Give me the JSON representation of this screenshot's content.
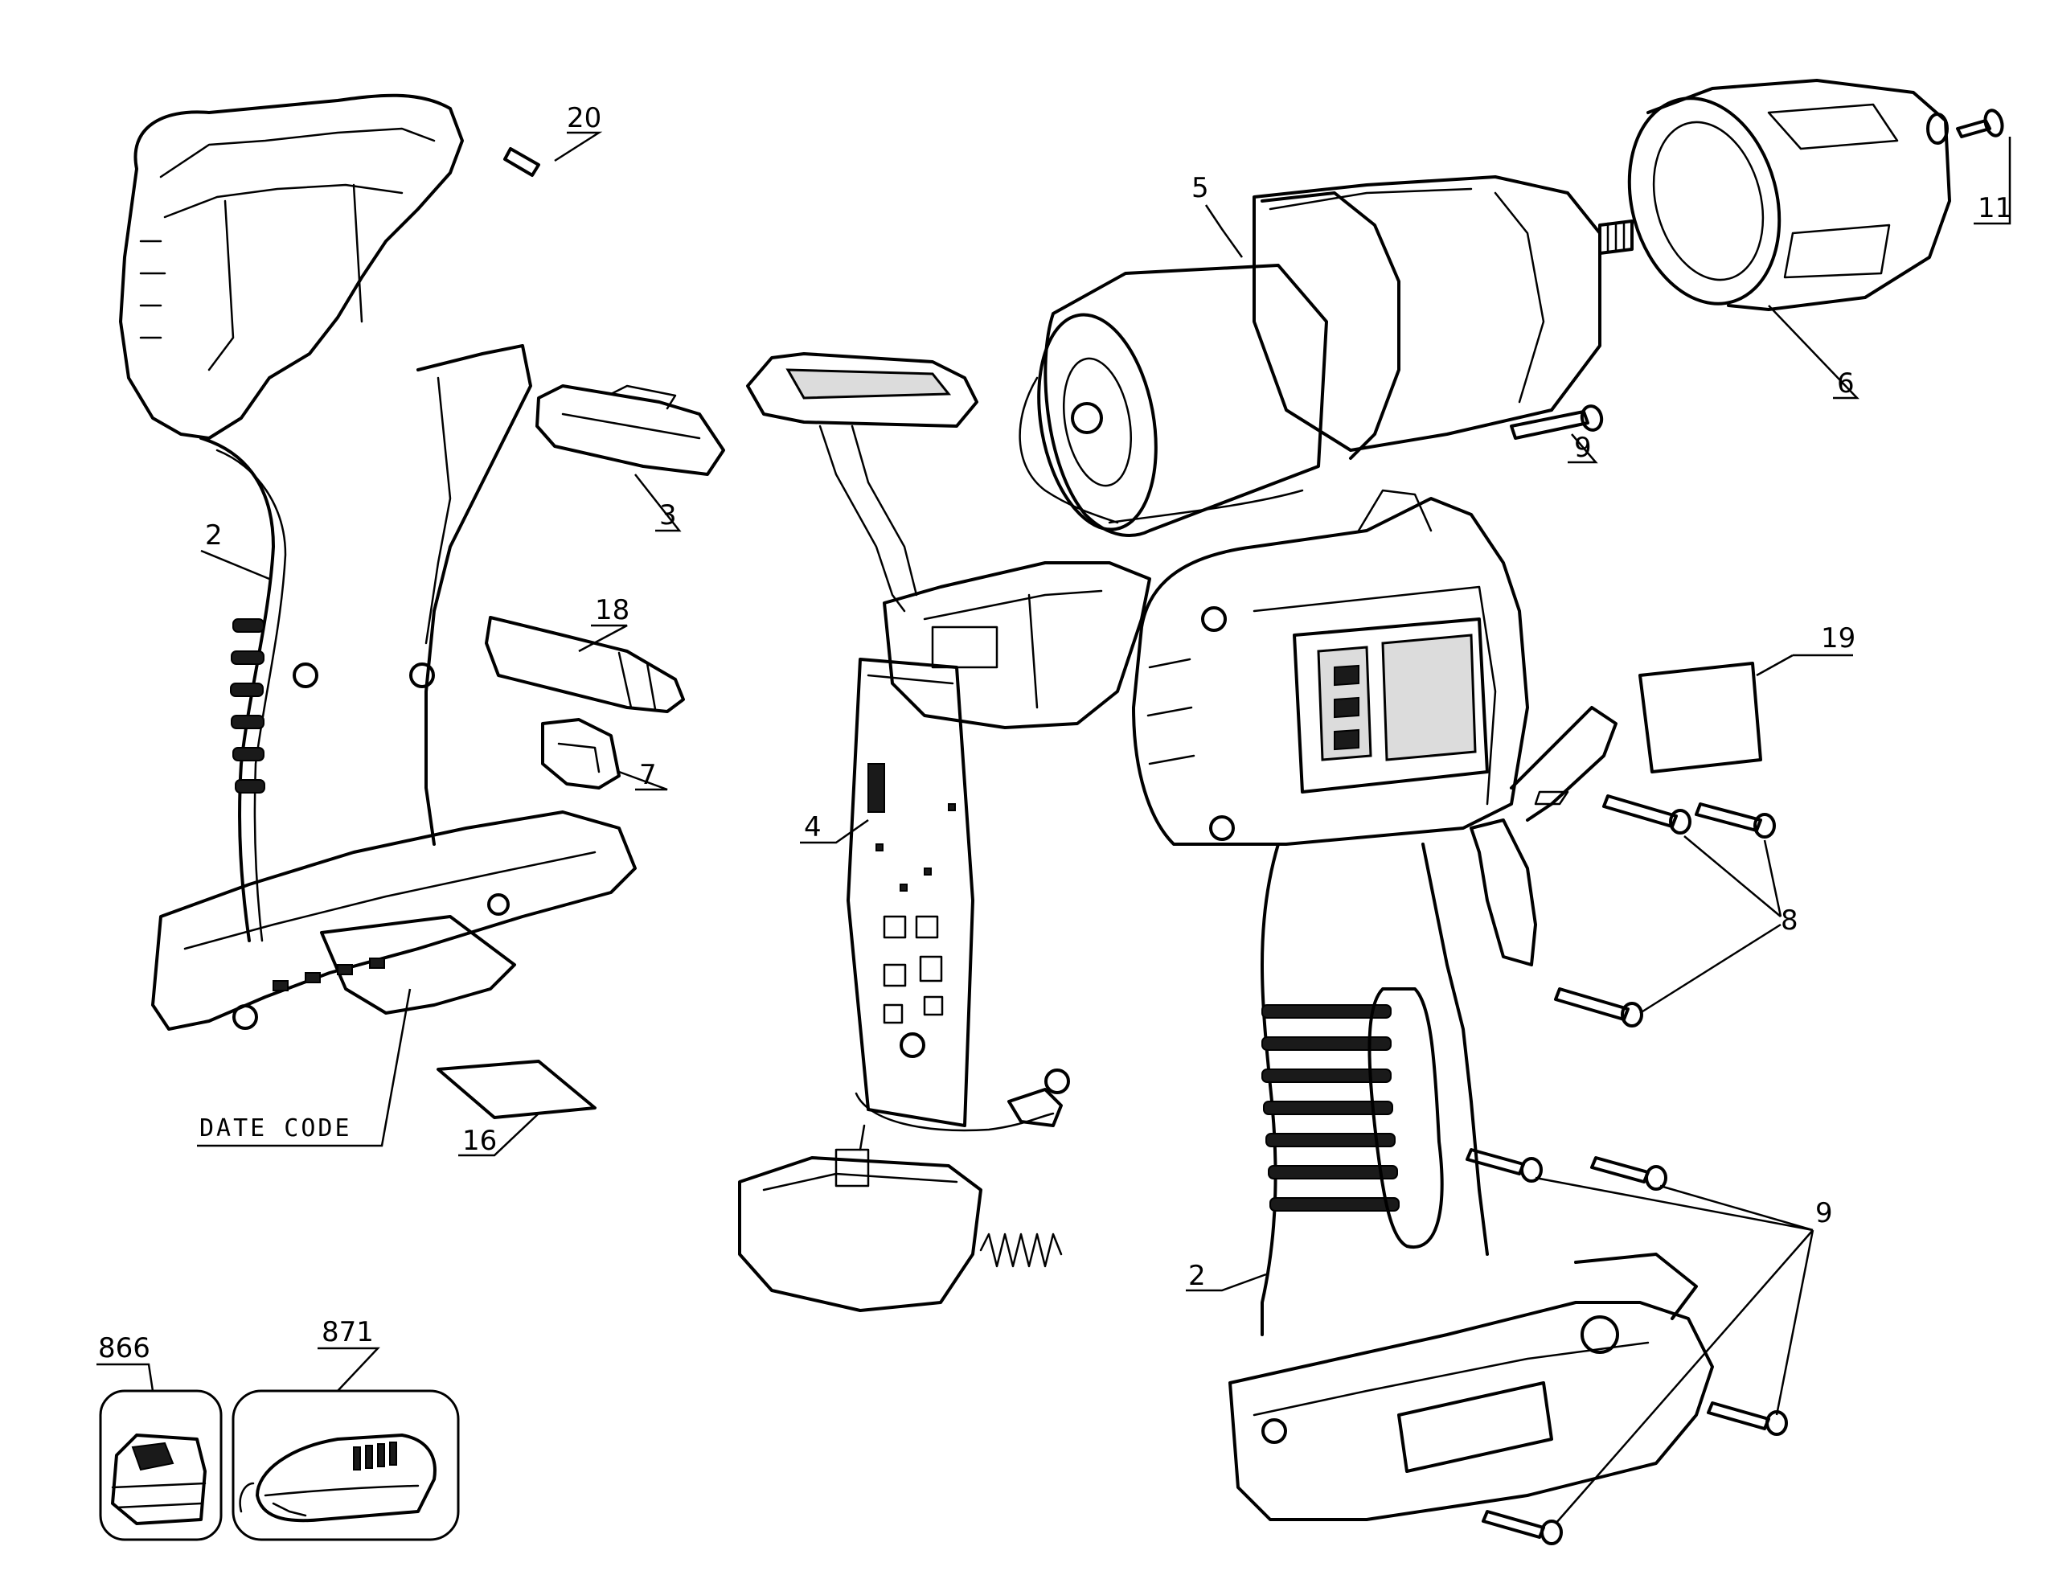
{
  "callouts": {
    "c2_left": "2",
    "c2_right": "2",
    "c3": "3",
    "c4": "4",
    "c5": "5",
    "c6": "6",
    "c7": "7",
    "c8": "8",
    "c9_upper": "9",
    "c9_lower": "9",
    "c11": "11",
    "c16": "16",
    "c18": "18",
    "c19": "19",
    "c20": "20",
    "date_code": "DATE CODE",
    "c866": "866",
    "c871": "871"
  },
  "colors": {
    "line": "#000000",
    "background": "#ffffff",
    "rubber_grip": "#1a1a1a",
    "label_fill": "#dcdcdc"
  },
  "parts": [
    {
      "id": "2",
      "name": "housing-half-left-icon"
    },
    {
      "id": "2",
      "name": "housing-assembled-right-icon"
    },
    {
      "id": "3",
      "name": "direction-switch-icon"
    },
    {
      "id": "4",
      "name": "pcb-trigger-switch-icon"
    },
    {
      "id": "5",
      "name": "motor-gearbox-icon"
    },
    {
      "id": "6",
      "name": "nose-cover-icon"
    },
    {
      "id": "7",
      "name": "bit-clip-icon"
    },
    {
      "id": "8",
      "name": "screw-set-8-icon"
    },
    {
      "id": "9",
      "name": "screw-set-9-icon"
    },
    {
      "id": "11",
      "name": "screw-11-icon"
    },
    {
      "id": "16",
      "name": "date-code-label-icon"
    },
    {
      "id": "18",
      "name": "screwdriver-bit-icon"
    },
    {
      "id": "19",
      "name": "nameplate-label-icon"
    },
    {
      "id": "20",
      "name": "pin-20-icon"
    },
    {
      "id": "866",
      "name": "battery-pack-icon"
    },
    {
      "id": "871",
      "name": "charger-icon"
    }
  ]
}
